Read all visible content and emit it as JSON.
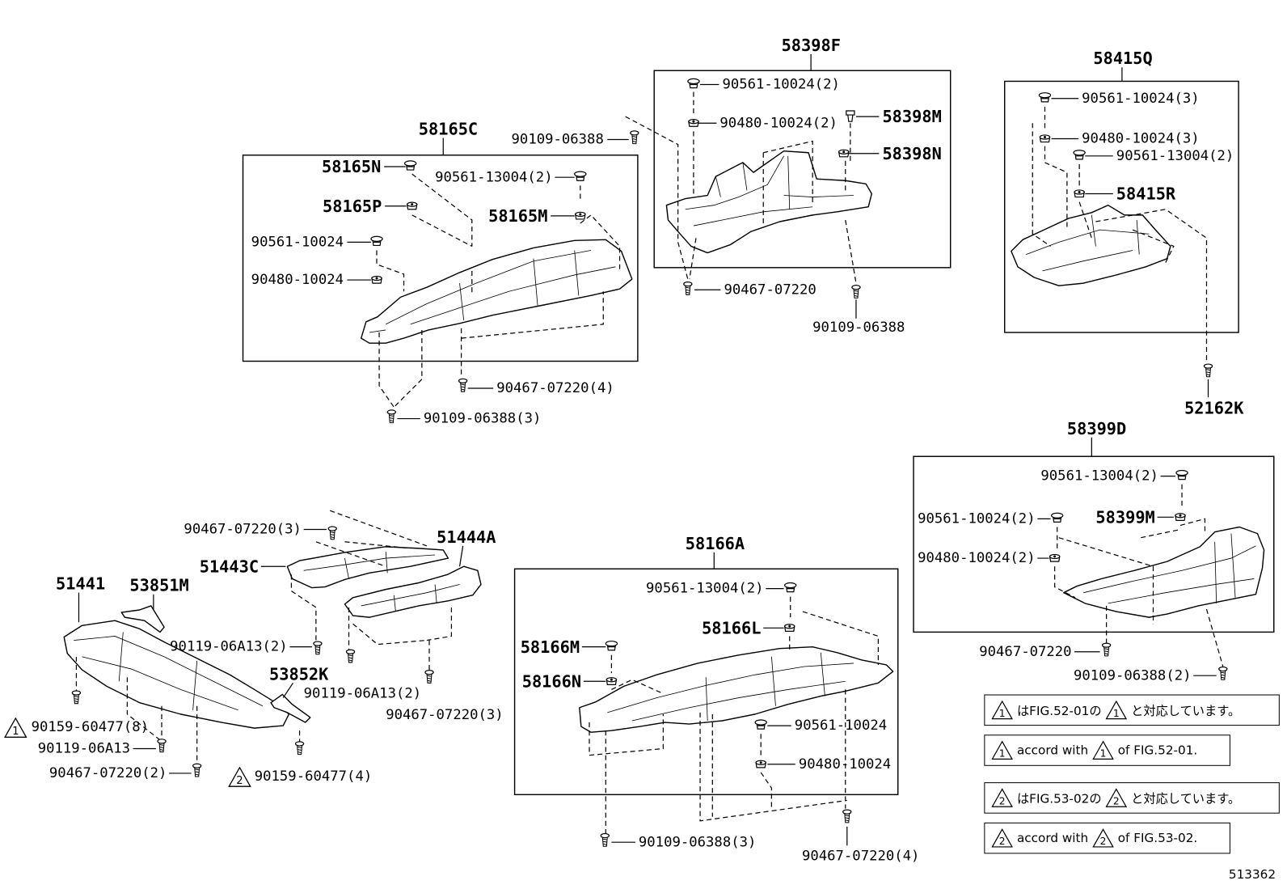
{
  "figure_id": "513362",
  "assemblies": {
    "a58398F": {
      "title": "58398F",
      "callouts": [
        "90561-10024(2)",
        "90480-10024(2)",
        "58398M",
        "58398N",
        "90109-06388",
        "90467-07220",
        "90109-06388"
      ]
    },
    "a58165C": {
      "title": "58165C",
      "callouts": [
        "58165N",
        "90561-13004(2)",
        "58165P",
        "58165M",
        "90561-10024",
        "90480-10024",
        "90467-07220(4)",
        "90109-06388(3)"
      ]
    },
    "a58415Q": {
      "title": "58415Q",
      "callouts": [
        "90561-10024(3)",
        "90480-10024(3)",
        "90561-13004(2)",
        "58415R",
        "52162K"
      ]
    },
    "a58399D": {
      "title": "58399D",
      "callouts": [
        "90561-13004(2)",
        "90561-10024(2)",
        "58399M",
        "90480-10024(2)",
        "90467-07220",
        "90109-06388(2)"
      ]
    },
    "a58166A": {
      "title": "58166A",
      "callouts": [
        "90561-13004(2)",
        "58166L",
        "58166M",
        "58166N",
        "90561-10024",
        "90480-10024",
        "90109-06388(3)",
        "90467-07220(4)"
      ]
    },
    "front_cover": {
      "callouts": [
        "90467-07220(3)",
        "51444A",
        "51443C",
        "51441",
        "53851M",
        "90119-06A13(2)",
        "53852K",
        "90119-06A13(2)",
        "90467-07220(3)",
        "90159-60477(8)",
        "90119-06A13",
        "90467-07220(2)",
        "90159-60477(4)"
      ],
      "markers": {
        "m1": "1",
        "m2": "2"
      }
    }
  },
  "notes": [
    {
      "marker": "1",
      "text1": "はFIG.52-01の",
      "text2": "と対応しています。"
    },
    {
      "marker": "1",
      "text1": "accord with",
      "text2": "of FIG.52-01."
    },
    {
      "marker": "2",
      "text1": "はFIG.53-02の",
      "text2": "と対応しています。"
    },
    {
      "marker": "2",
      "text1": "accord with",
      "text2": "of FIG.53-02."
    }
  ]
}
